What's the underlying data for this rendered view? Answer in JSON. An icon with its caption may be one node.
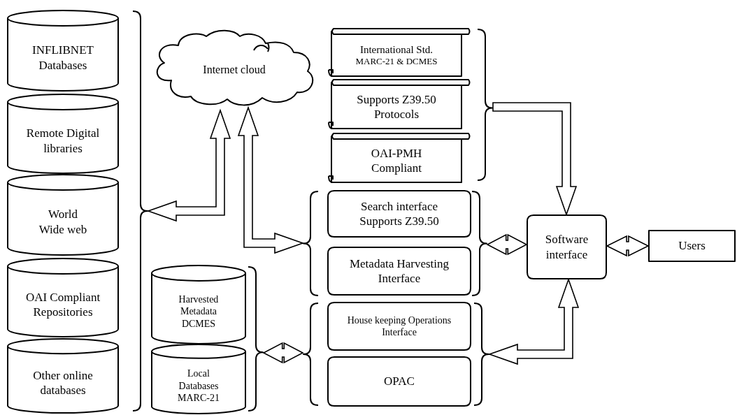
{
  "diagram": {
    "nodes": [
      {
        "text": [],
        "shape": "brace"
      },
      {
        "text": [
          "INFLIBNET Databases"
        ],
        "in": 0
      },
      {
        "text": [
          "Remote Digital libraries"
        ],
        "in": 0
      },
      {
        "text": [
          "World Wide web"
        ],
        "in": 0
      },
      {
        "text": [
          "OAI Compliant Repositories"
        ],
        "in": 0
      },
      {
        "text": [
          "Other online databases"
        ],
        "in": 0
      },
      {
        "text": [
          "Internet cloud"
        ]
      },
      {
        "text": [],
        "shape": "brace"
      },
      {
        "text": [
          "International Std.",
          "MARC-21 & DCMES"
        ],
        "in": 7
      },
      {
        "text": [
          "Supports Z39.50 Protocols"
        ],
        "in": 7
      },
      {
        "text": [
          "OAI-PMH Compliant"
        ],
        "in": 7
      },
      {
        "text": [],
        "shape": "brace"
      },
      {
        "text": [
          "Search interface Supports Z39.50"
        ],
        "in": 11
      },
      {
        "text": [
          "Metadata Harvesting Interface"
        ],
        "in": 11
      },
      {
        "text": [],
        "shape": "brace"
      },
      {
        "text": [
          "Harvested Metadata DCMES"
        ],
        "in": 14
      },
      {
        "text": [
          "Local Databases MARC-21"
        ],
        "in": 14
      },
      {
        "text": [],
        "shape": "brace"
      },
      {
        "text": [
          "House keeping Operations Interface"
        ],
        "in": 17
      },
      {
        "text": [
          "OPAC"
        ],
        "in": 17
      },
      {
        "text": [
          "Software interface"
        ]
      },
      {
        "text": [
          "Users"
        ]
      }
    ],
    "edges": [
      {
        "from": 6,
        "to": 0,
        "arrow": "both"
      },
      {
        "from": 6,
        "to": 11,
        "arrow": "both"
      },
      {
        "from": 7,
        "to": 20,
        "arrow": "to"
      },
      {
        "from": 11,
        "to": 20,
        "arrow": "both"
      },
      {
        "from": 20,
        "to": 21,
        "arrow": "both"
      },
      {
        "from": 14,
        "to": 17,
        "arrow": "both"
      },
      {
        "from": 20,
        "to": 17,
        "arrow": "both"
      }
    ]
  }
}
